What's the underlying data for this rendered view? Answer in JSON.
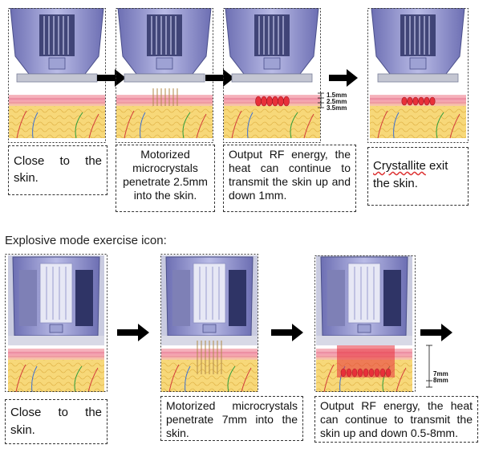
{
  "top_row": {
    "captions": [
      {
        "text": "Close to the skin."
      },
      {
        "text": "Motorized microcrystals penetrate 2.5mm into the skin."
      },
      {
        "text": "Output RF energy, the heat can continue to transmit the skin up and down 1mm."
      },
      {
        "word": "Crystallite",
        "text": "exit the skin."
      }
    ],
    "depth_labels": [
      "1.5mm",
      "2.5mm",
      "3.5mm"
    ]
  },
  "heading": "Explosive mode exercise icon:",
  "bottom_row": {
    "captions": [
      {
        "text": "Close to the skin."
      },
      {
        "text": "Motorized microcrystals penetrate 7mm into the skin."
      },
      {
        "text": "Output RF energy, the heat can continue to transmit the skin up and down 0.5-8mm."
      }
    ],
    "depth_labels": [
      "7mm",
      "8mm"
    ]
  },
  "colors": {
    "device_body": "#8f8fcf",
    "device_dark": "#4a4f8a",
    "skin_pink": "#f2a6b4",
    "fat_yellow": "#f7d879",
    "rf_red": "#e8303a"
  }
}
